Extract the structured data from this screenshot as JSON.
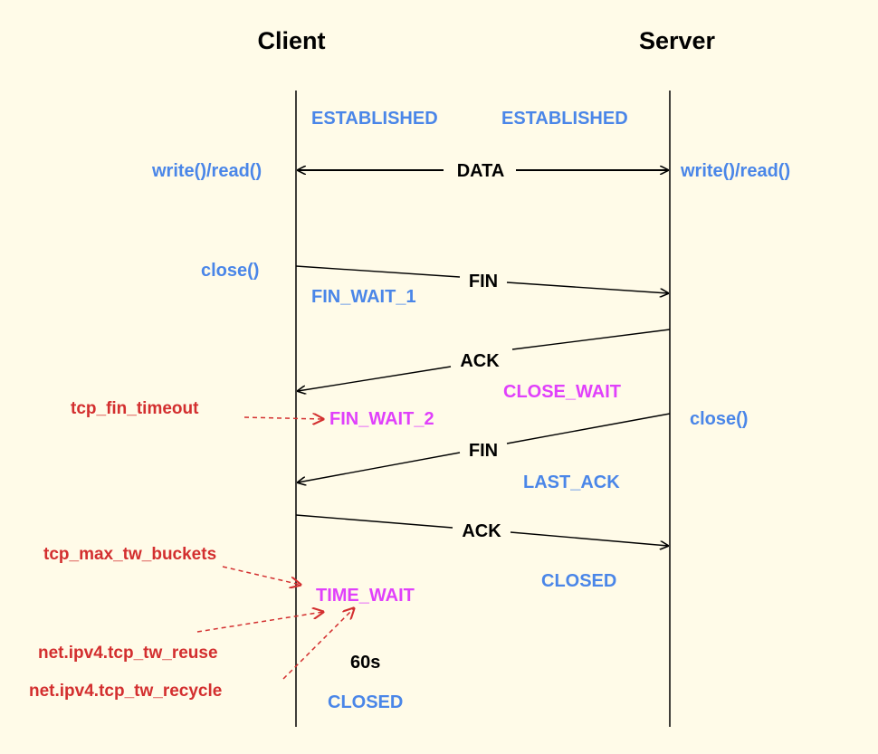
{
  "colors": {
    "background": "#fffbe8",
    "state_blue": "#4a86e8",
    "state_magenta": "#e040fb",
    "param_red": "#d32f2f",
    "line": "#000000"
  },
  "headers": {
    "client": "Client",
    "server": "Server"
  },
  "client_states": {
    "established": "ESTABLISHED",
    "io": "write()/read()",
    "close_call": "close()",
    "fin_wait_1": "FIN_WAIT_1",
    "fin_wait_2": "FIN_WAIT_2",
    "time_wait": "TIME_WAIT",
    "closed": "CLOSED"
  },
  "server_states": {
    "established": "ESTABLISHED",
    "io": "write()/read()",
    "close_wait": "CLOSE_WAIT",
    "close_call": "close()",
    "last_ack": "LAST_ACK",
    "closed": "CLOSED"
  },
  "messages": {
    "data": "DATA",
    "fin_1": "FIN",
    "ack_1": "ACK",
    "fin_2": "FIN",
    "ack_2": "ACK"
  },
  "timer": "60s",
  "kernel_params": {
    "fin_timeout": "tcp_fin_timeout",
    "max_tw_buckets": "tcp_max_tw_buckets",
    "tw_reuse": "net.ipv4.tcp_tw_reuse",
    "tw_recycle": "net.ipv4.tcp_tw_recycle"
  }
}
